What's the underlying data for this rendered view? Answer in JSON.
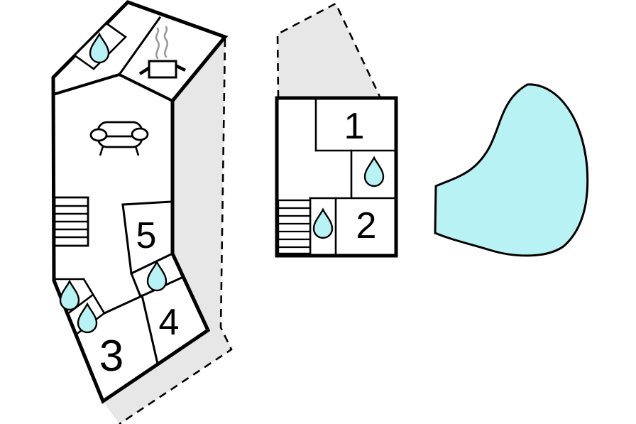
{
  "colors": {
    "wall": "#000000",
    "water": "#b9f2f4",
    "terrace": "#e7e7e7",
    "steam": "#9a9a9a",
    "floor": "#ffffff"
  },
  "rooms": {
    "r1": {
      "label": "1"
    },
    "r2": {
      "label": "2"
    },
    "r3": {
      "label": "3"
    },
    "r4": {
      "label": "4"
    },
    "r5": {
      "label": "5"
    }
  },
  "features": {
    "icons": [
      "water-drop-icon",
      "stove-icon",
      "sofa-icon",
      "stairs-icon"
    ],
    "water_drop_count": 6,
    "areas": [
      "main-house",
      "main-house-terrace",
      "annex",
      "annex-terrace",
      "pool"
    ]
  }
}
